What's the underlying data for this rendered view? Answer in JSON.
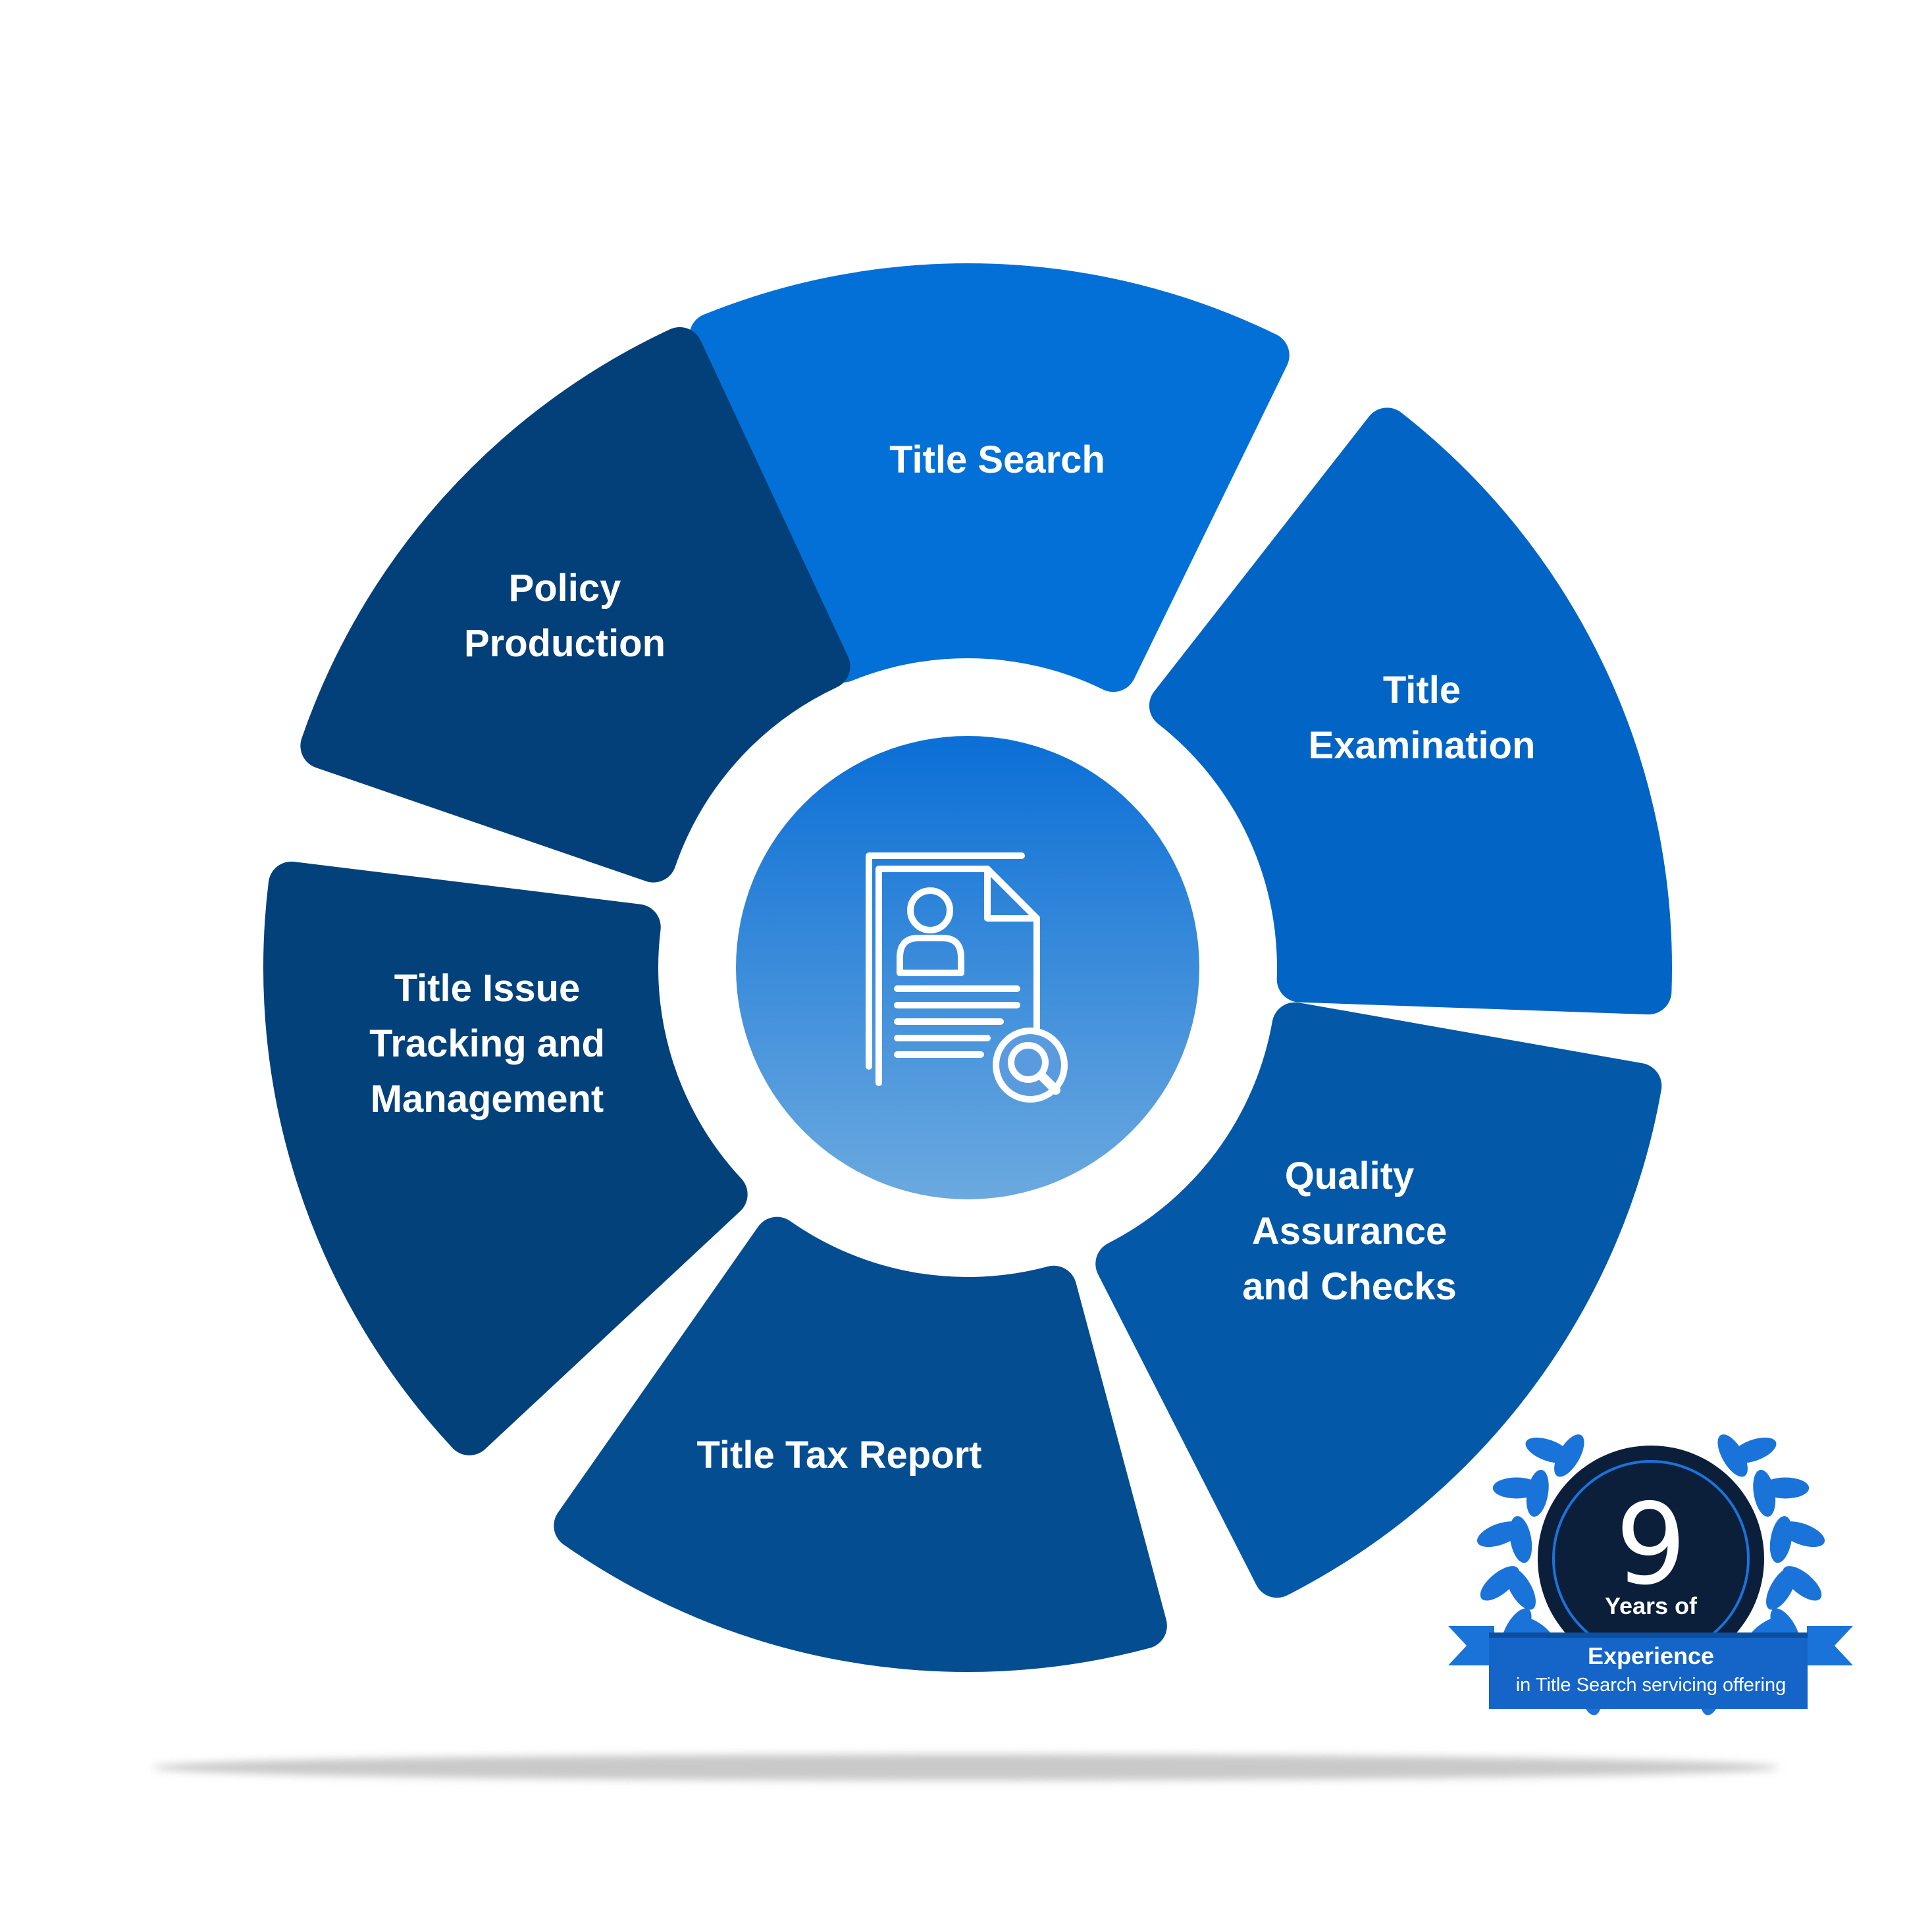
{
  "diagram": {
    "center_icon": "document-profile-search-icon",
    "segments": [
      {
        "id": "title-search",
        "lines": [
          "Title Search"
        ],
        "color": "#0270D6"
      },
      {
        "id": "title-examination",
        "lines": [
          "Title",
          "Examination"
        ],
        "color": "#0264C5"
      },
      {
        "id": "quality-assurance",
        "lines": [
          "Quality",
          "Assurance",
          "and Checks"
        ],
        "color": "#0458A8"
      },
      {
        "id": "title-tax-report",
        "lines": [
          "Title Tax Report"
        ],
        "color": "#044D91"
      },
      {
        "id": "title-issue-tracking",
        "lines": [
          "Title Issue",
          "Tracking and",
          "Management"
        ],
        "color": "#03417A"
      },
      {
        "id": "policy-production",
        "lines": [
          "Policy",
          "Production"
        ],
        "color": "#033F79"
      }
    ]
  },
  "badge": {
    "number": "9",
    "line1": "Years of",
    "line2": "Experience",
    "line3": "in Title Search servicing offering",
    "icon": "laurel-wreath-icon",
    "colors": {
      "circle": "#0B1E3A",
      "accent": "#1A73D9",
      "ribbon": "#1565C9"
    }
  }
}
